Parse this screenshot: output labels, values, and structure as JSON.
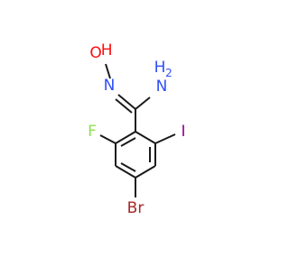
{
  "molecule": {
    "atoms": {
      "oxygen": {
        "symbol": "O",
        "hydrogen": "H",
        "color": "#ff0d0d"
      },
      "nitrogen_oxime": {
        "symbol": "N",
        "color": "#3050f8"
      },
      "nitrogen_amide": {
        "symbol": "N",
        "hydrogen": "H",
        "subscript": "2",
        "color": "#3050f8"
      },
      "fluorine": {
        "symbol": "F",
        "color": "#90e050"
      },
      "iodine": {
        "symbol": "I",
        "color": "#940094"
      },
      "bromine": {
        "symbol": "Br",
        "color": "#a62929"
      }
    },
    "bond_color": "#1a1a1a"
  }
}
